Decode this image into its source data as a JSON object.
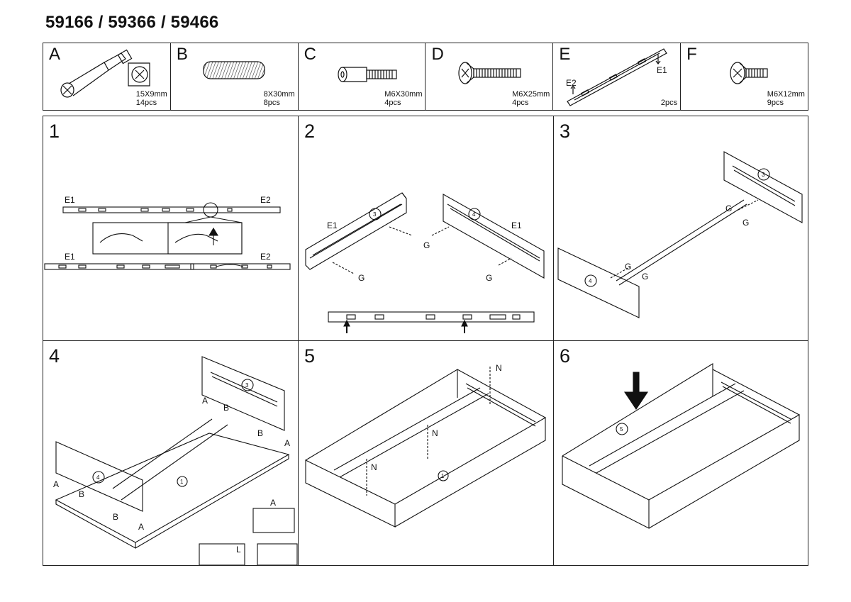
{
  "title": "59166 / 59366 / 59466",
  "parts": [
    {
      "letter": "A",
      "size": "15X9mm",
      "qty": "14pcs",
      "icon": "cam-lock-icon"
    },
    {
      "letter": "B",
      "size": "8X30mm",
      "qty": "8pcs",
      "icon": "wooden-dowel-icon"
    },
    {
      "letter": "C",
      "size": "M6X30mm",
      "qty": "4pcs",
      "icon": "threaded-bolt-icon"
    },
    {
      "letter": "D",
      "size": "M6X25mm",
      "qty": "4pcs",
      "icon": "screw-icon"
    },
    {
      "letter": "E",
      "size": "",
      "qty": "2pcs",
      "icon": "drawer-slide-icon",
      "tags": [
        "E1",
        "E2"
      ]
    },
    {
      "letter": "F",
      "size": "M6X12mm",
      "qty": "9pcs",
      "icon": "short-screw-icon"
    }
  ],
  "steps": [
    {
      "number": "1",
      "labels": {
        "e1": "E1",
        "e2": "E2"
      }
    },
    {
      "number": "2",
      "labels": {
        "e1": "E1",
        "g": "G",
        "c3": "3",
        "c4": "4"
      }
    },
    {
      "number": "3",
      "labels": {
        "g": "G",
        "c3": "3",
        "c4": "4"
      }
    },
    {
      "number": "4",
      "labels": {
        "a": "A",
        "b": "B",
        "l": "L",
        "c1": "1",
        "c3": "3",
        "c4": "4"
      }
    },
    {
      "number": "5",
      "labels": {
        "n": "N",
        "c1": "1"
      }
    },
    {
      "number": "6",
      "labels": {
        "c5": "5"
      }
    }
  ]
}
